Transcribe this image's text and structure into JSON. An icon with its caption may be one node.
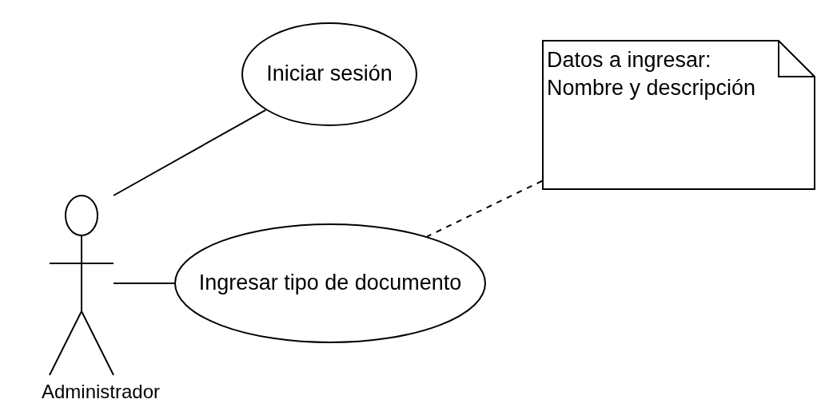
{
  "diagram": {
    "nodes": [
      {
        "text": [
          "Administrador"
        ]
      },
      {
        "text": [
          "Iniciar sesión"
        ]
      },
      {
        "text": [
          "Ingresar tipo de documento"
        ]
      },
      {
        "text": [
          "Datos a ingresar: Nombre y descripción"
        ]
      }
    ],
    "edges": [
      {
        "from": 0,
        "to": 1,
        "arrow": "none"
      },
      {
        "from": 0,
        "to": 2,
        "arrow": "none"
      },
      {
        "from": 3,
        "to": 2,
        "arrow": "none",
        "style": "dashed"
      }
    ]
  }
}
